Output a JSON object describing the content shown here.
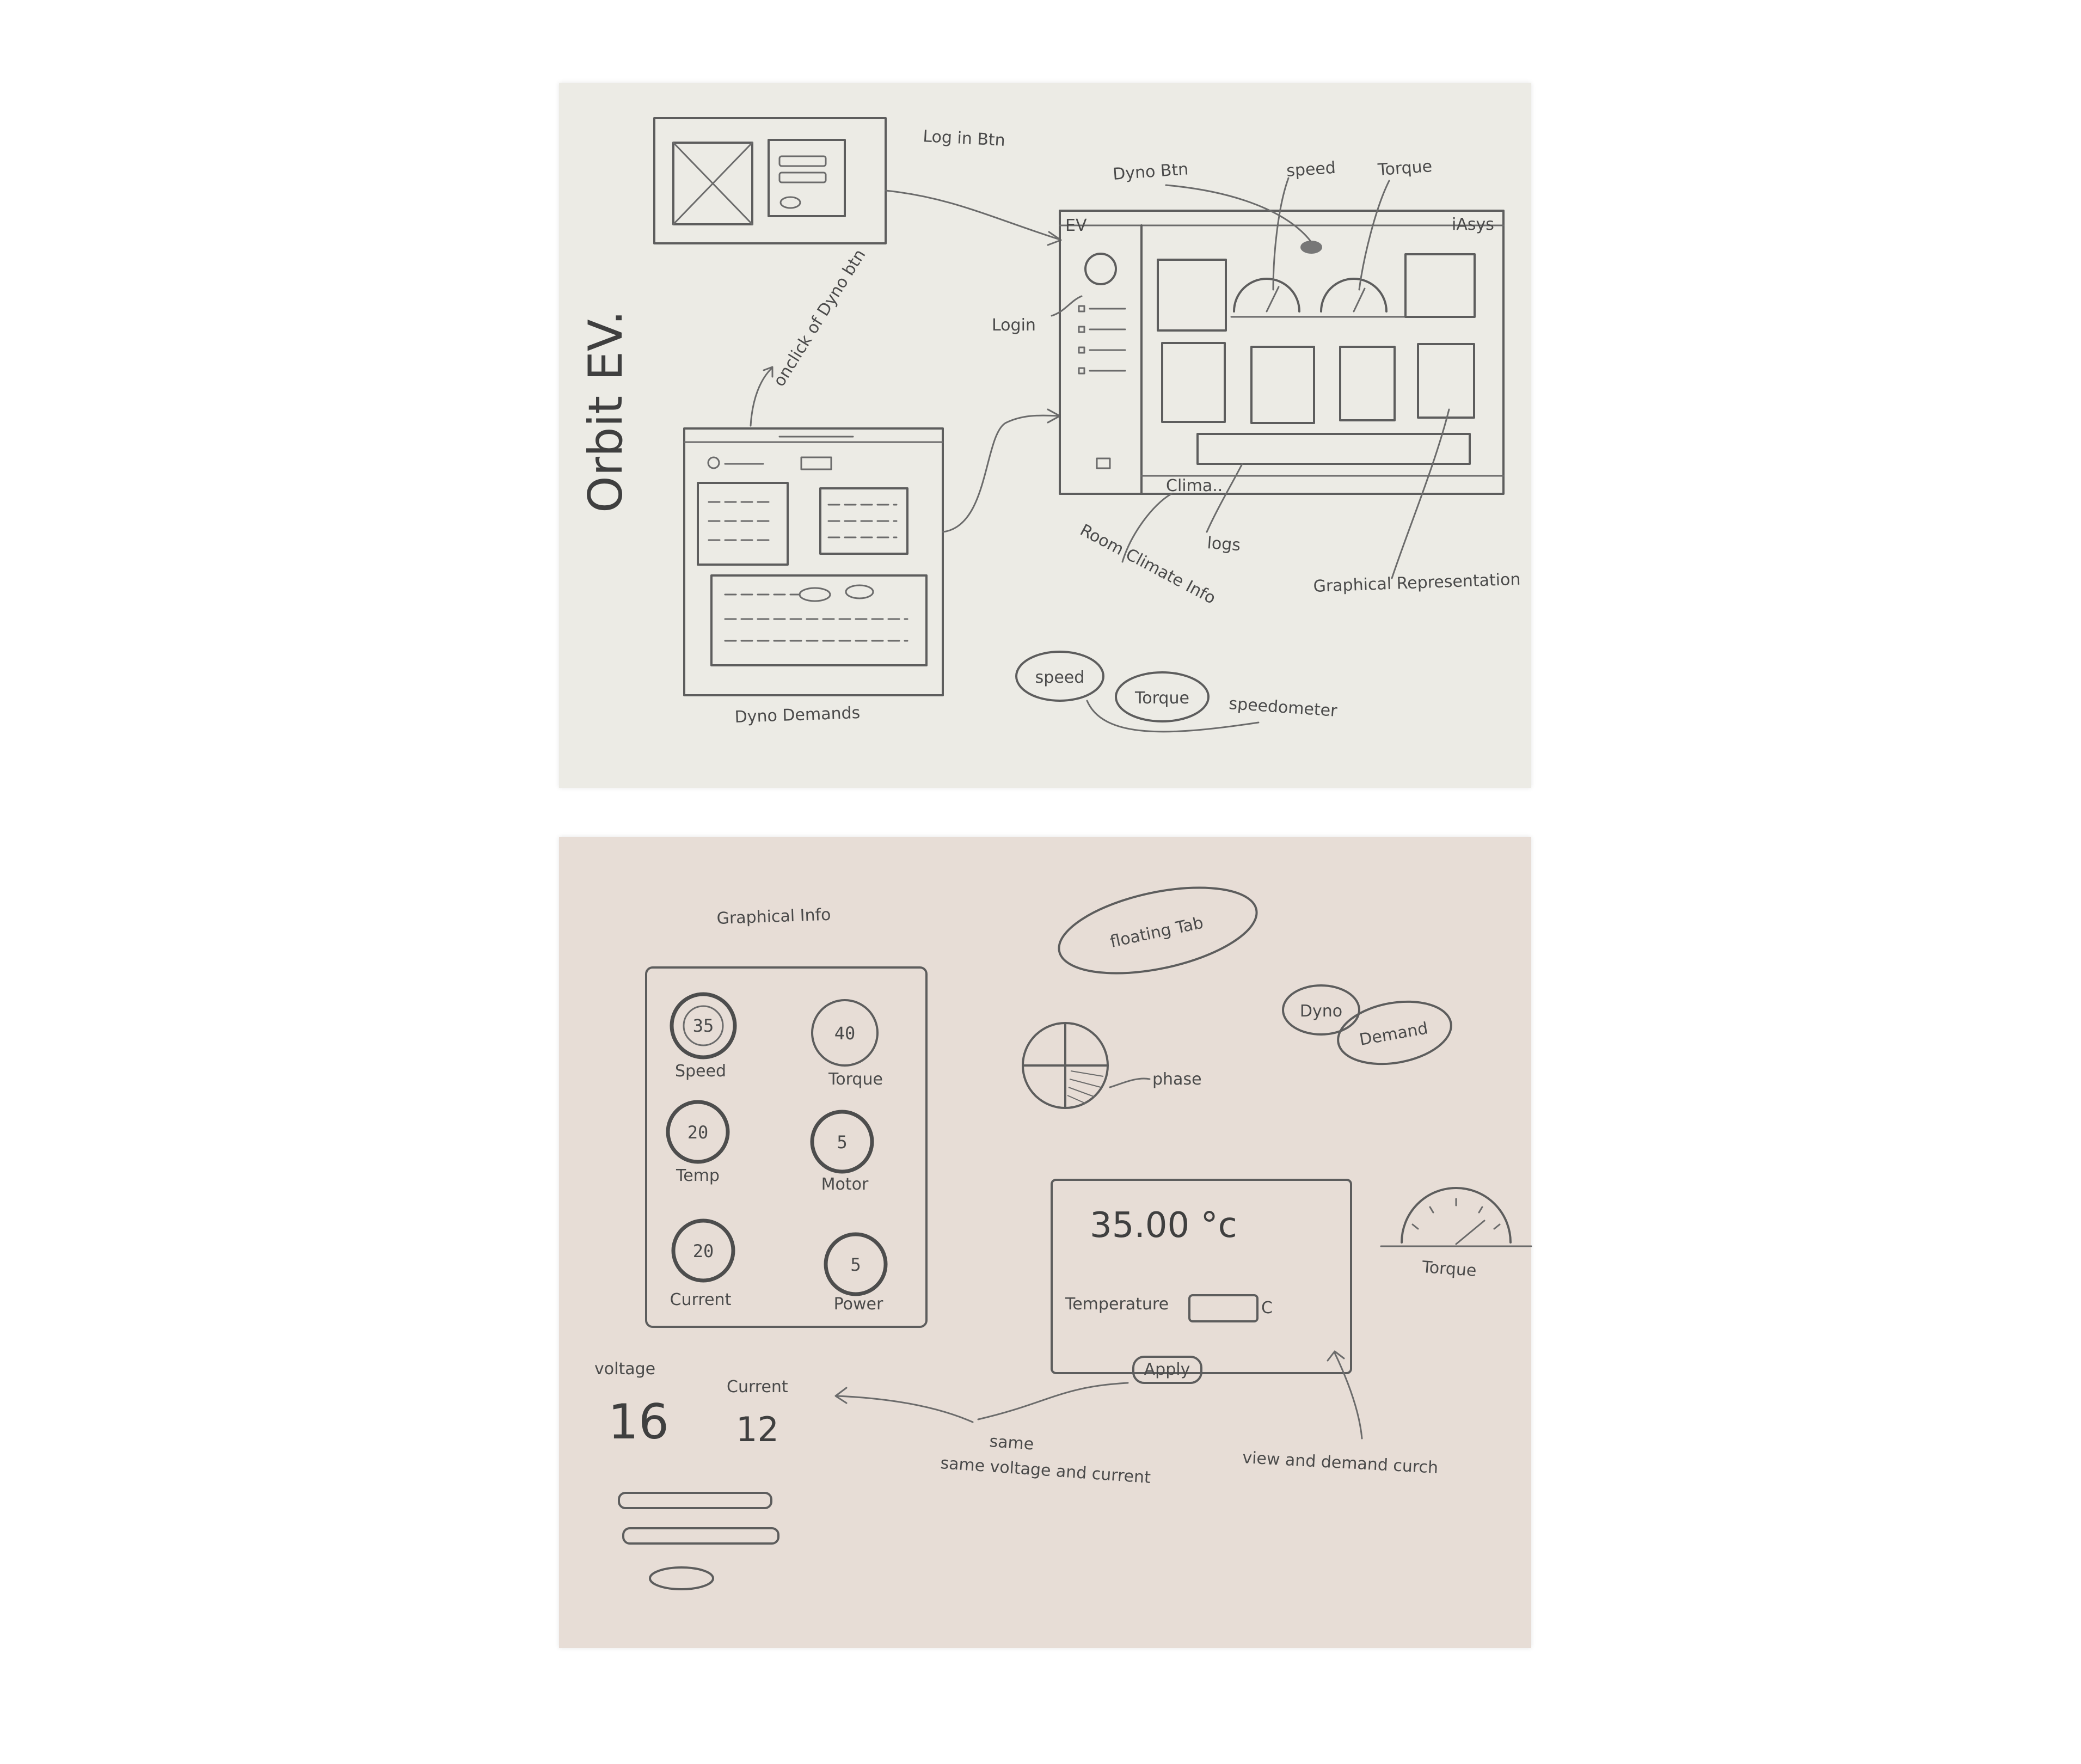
{
  "sheet1": {
    "title": "Orbit EV.",
    "login_btn_label": "Log in Btn",
    "onclick_note": "onclick of Dyno btn",
    "dyno_demands_label": "Dyno Demands",
    "login_label": "Login",
    "dyno_btn_label": "Dyno Btn",
    "speed_label": "speed",
    "torque_label": "Torque",
    "ev_label": "EV",
    "iasys_label": "iAsys",
    "climate_tab_label": "Clima..",
    "room_climate_label": "Room Climate Info",
    "logs_label": "logs",
    "graphical_rep_label": "Graphical Representation",
    "pill_speed": "speed",
    "pill_torque": "Torque",
    "speedometer_label": "speedometer"
  },
  "sheet2": {
    "graphical_info_label": "Graphical Info",
    "gauges": [
      {
        "value": "35",
        "label": "Speed"
      },
      {
        "value": "40",
        "label": "Torque"
      },
      {
        "value": "20",
        "label": "Temp"
      },
      {
        "value": "5",
        "label": "Motor"
      },
      {
        "value": "20",
        "label": "Current"
      },
      {
        "value": "5",
        "label": "Power"
      }
    ],
    "floating_tab_label": "floating Tab",
    "dyno_pill": "Dyno",
    "demand_pill": "Demand",
    "phase_label": "phase",
    "temp_readout": "35.00 °c",
    "temperature_label": "Temperature",
    "unit_c": "C",
    "apply_label": "Apply",
    "torque_gauge_label": "Torque",
    "voltage_label": "voltage",
    "current_label": "Current",
    "voltage_value": "16",
    "current_value": "12",
    "same_note": "same voltage and current",
    "view_demand_note": "view and demand curch"
  }
}
